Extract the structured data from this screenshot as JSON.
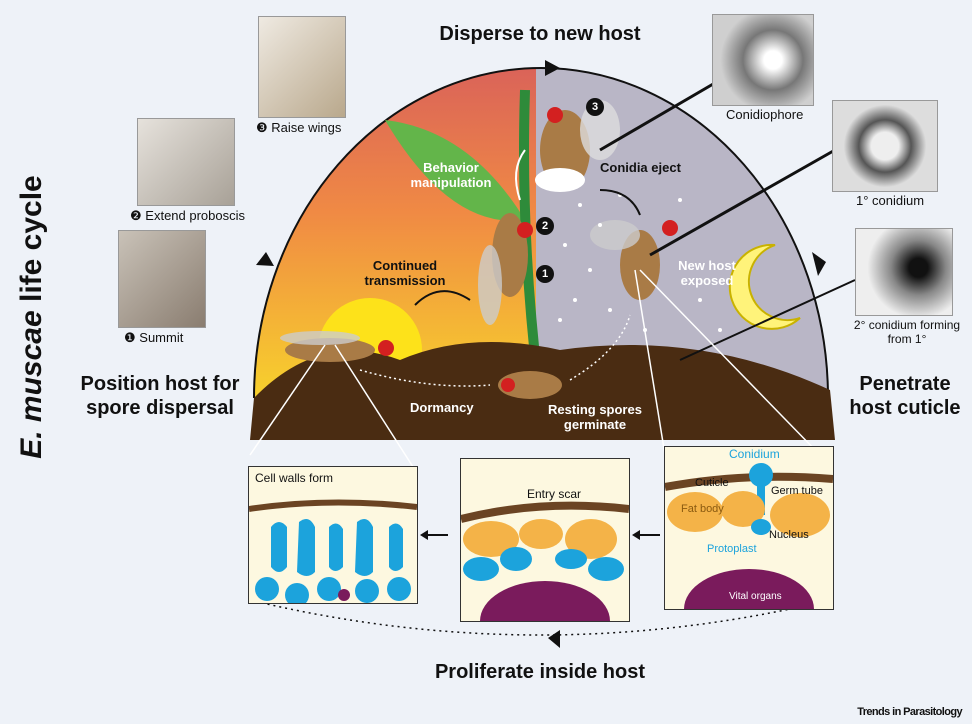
{
  "figure": {
    "side_title_italic": "E. muscae",
    "side_title_rest": " life cycle",
    "top_label": "Disperse to new host",
    "left_label": "Position host for spore dispersal",
    "right_label": "Penetrate host cuticle",
    "bottom_label": "Proliferate inside host",
    "journal": "Trends in Parasitology"
  },
  "scene": {
    "behavior": "Behavior manipulation",
    "transmission": "Continued transmission",
    "conidia_eject": "Conidia eject",
    "new_host": "New host exposed",
    "dormancy": "Dormancy",
    "resting": "Resting spores germinate",
    "step1": "1",
    "step2": "2",
    "step3": "3"
  },
  "photos": {
    "summit": "Summit",
    "extend": "Extend proboscis",
    "raise": "Raise wings",
    "conidiophore": "Conidiophore",
    "primary": "1° conidium",
    "secondary": "2° conidium forming from 1°",
    "num1": "❶",
    "num2": "❷",
    "num3": "❸"
  },
  "panels": {
    "left_title": "Cell walls form",
    "middle_title": "Entry scar",
    "right_conidium": "Conidium",
    "right_cuticle": "Cuticle",
    "right_germ": "Germ tube",
    "right_fatbody": "Fat body",
    "right_nucleus": "Nucleus",
    "right_protoplast": "Protoplast",
    "right_vital": "Vital organs"
  },
  "colors": {
    "sky_warm": "#f29a4a",
    "sky_night": "#b9b6c6",
    "soil": "#4a2c12",
    "stem": "#2e8b3a",
    "fungus": "#1ca3dc",
    "fat": "#f4b348",
    "organ": "#7a1b5c"
  }
}
